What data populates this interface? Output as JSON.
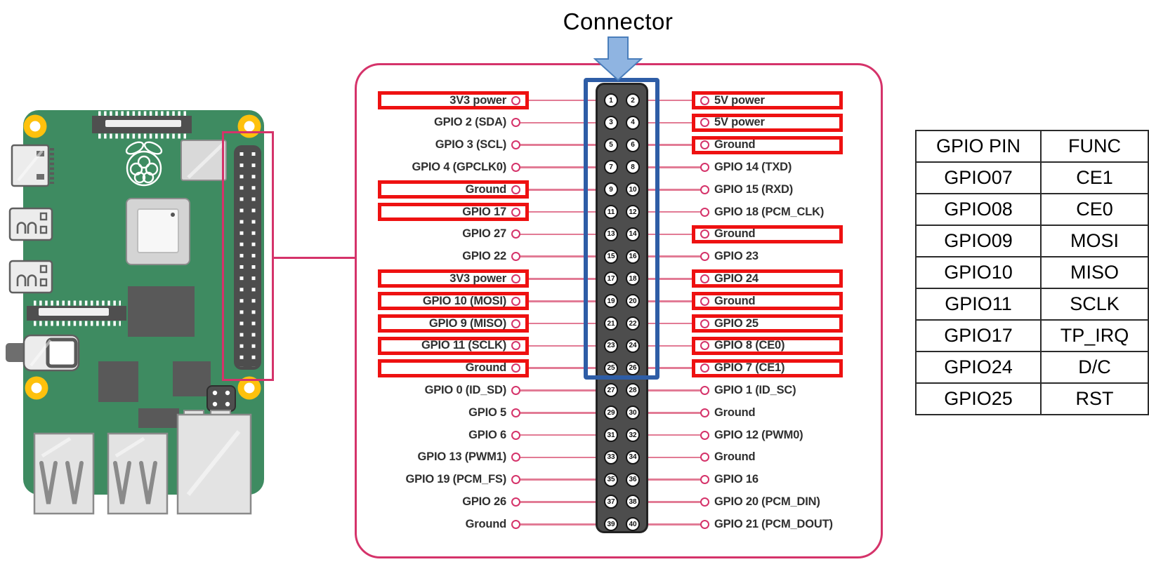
{
  "title": "Connector",
  "colors": {
    "panel_outline": "#d5336a",
    "highlight_red": "#ee1111",
    "connector_outline_blue": "#2e5da6",
    "arrow_fill": "#8fb4e1",
    "arrow_border": "#4a7ebb",
    "pcb_green": "#3e8b61",
    "header_gray": "#4d4d4d"
  },
  "icons": {
    "connector_arrow": "down-arrow-icon",
    "raspberry_logo": "raspberry-pi-logo-icon",
    "pin_node": "pin-node-icon"
  },
  "pinout": {
    "rows": [
      {
        "pins": [
          1,
          2
        ],
        "left": {
          "label": "3V3 power",
          "hl": true
        },
        "right": {
          "label": "5V power",
          "hl": true
        }
      },
      {
        "pins": [
          3,
          4
        ],
        "left": {
          "label": "GPIO 2 (SDA)",
          "hl": false
        },
        "right": {
          "label": "5V power",
          "hl": true
        }
      },
      {
        "pins": [
          5,
          6
        ],
        "left": {
          "label": "GPIO 3 (SCL)",
          "hl": false
        },
        "right": {
          "label": "Ground",
          "hl": true
        }
      },
      {
        "pins": [
          7,
          8
        ],
        "left": {
          "label": "GPIO 4 (GPCLK0)",
          "hl": false
        },
        "right": {
          "label": "GPIO 14 (TXD)",
          "hl": false
        }
      },
      {
        "pins": [
          9,
          10
        ],
        "left": {
          "label": "Ground",
          "hl": true
        },
        "right": {
          "label": "GPIO 15 (RXD)",
          "hl": false
        }
      },
      {
        "pins": [
          11,
          12
        ],
        "left": {
          "label": "GPIO 17",
          "hl": true
        },
        "right": {
          "label": "GPIO 18 (PCM_CLK)",
          "hl": false
        }
      },
      {
        "pins": [
          13,
          14
        ],
        "left": {
          "label": "GPIO 27",
          "hl": false
        },
        "right": {
          "label": "Ground",
          "hl": true
        }
      },
      {
        "pins": [
          15,
          16
        ],
        "left": {
          "label": "GPIO 22",
          "hl": false
        },
        "right": {
          "label": "GPIO 23",
          "hl": false
        }
      },
      {
        "pins": [
          17,
          18
        ],
        "left": {
          "label": "3V3 power",
          "hl": true
        },
        "right": {
          "label": "GPIO 24",
          "hl": true
        }
      },
      {
        "pins": [
          19,
          20
        ],
        "left": {
          "label": "GPIO 10 (MOSI)",
          "hl": true
        },
        "right": {
          "label": "Ground",
          "hl": true
        }
      },
      {
        "pins": [
          21,
          22
        ],
        "left": {
          "label": "GPIO 9 (MISO)",
          "hl": true
        },
        "right": {
          "label": "GPIO 25",
          "hl": true
        }
      },
      {
        "pins": [
          23,
          24
        ],
        "left": {
          "label": "GPIO 11 (SCLK)",
          "hl": true
        },
        "right": {
          "label": "GPIO 8 (CE0)",
          "hl": true
        }
      },
      {
        "pins": [
          25,
          26
        ],
        "left": {
          "label": "Ground",
          "hl": true
        },
        "right": {
          "label": "GPIO 7 (CE1)",
          "hl": true
        }
      },
      {
        "pins": [
          27,
          28
        ],
        "left": {
          "label": "GPIO 0 (ID_SD)",
          "hl": false
        },
        "right": {
          "label": "GPIO 1 (ID_SC)",
          "hl": false
        }
      },
      {
        "pins": [
          29,
          30
        ],
        "left": {
          "label": "GPIO 5",
          "hl": false
        },
        "right": {
          "label": "Ground",
          "hl": false
        }
      },
      {
        "pins": [
          31,
          32
        ],
        "left": {
          "label": "GPIO 6",
          "hl": false
        },
        "right": {
          "label": "GPIO 12 (PWM0)",
          "hl": false
        }
      },
      {
        "pins": [
          33,
          34
        ],
        "left": {
          "label": "GPIO 13 (PWM1)",
          "hl": false
        },
        "right": {
          "label": "Ground",
          "hl": false
        }
      },
      {
        "pins": [
          35,
          36
        ],
        "left": {
          "label": "GPIO 19 (PCM_FS)",
          "hl": false
        },
        "right": {
          "label": "GPIO 16",
          "hl": false
        }
      },
      {
        "pins": [
          37,
          38
        ],
        "left": {
          "label": "GPIO 26",
          "hl": false
        },
        "right": {
          "label": "GPIO 20 (PCM_DIN)",
          "hl": false
        }
      },
      {
        "pins": [
          39,
          40
        ],
        "left": {
          "label": "Ground",
          "hl": false
        },
        "right": {
          "label": "GPIO 21 (PCM_DOUT)",
          "hl": false
        }
      }
    ]
  },
  "table": {
    "headers": [
      "GPIO PIN",
      "FUNC"
    ],
    "rows": [
      [
        "GPIO07",
        "CE1"
      ],
      [
        "GPIO08",
        "CE0"
      ],
      [
        "GPIO09",
        "MOSI"
      ],
      [
        "GPIO10",
        "MISO"
      ],
      [
        "GPIO11",
        "SCLK"
      ],
      [
        "GPIO17",
        "TP_IRQ"
      ],
      [
        "GPIO24",
        "D/C"
      ],
      [
        "GPIO25",
        "RST"
      ]
    ]
  }
}
